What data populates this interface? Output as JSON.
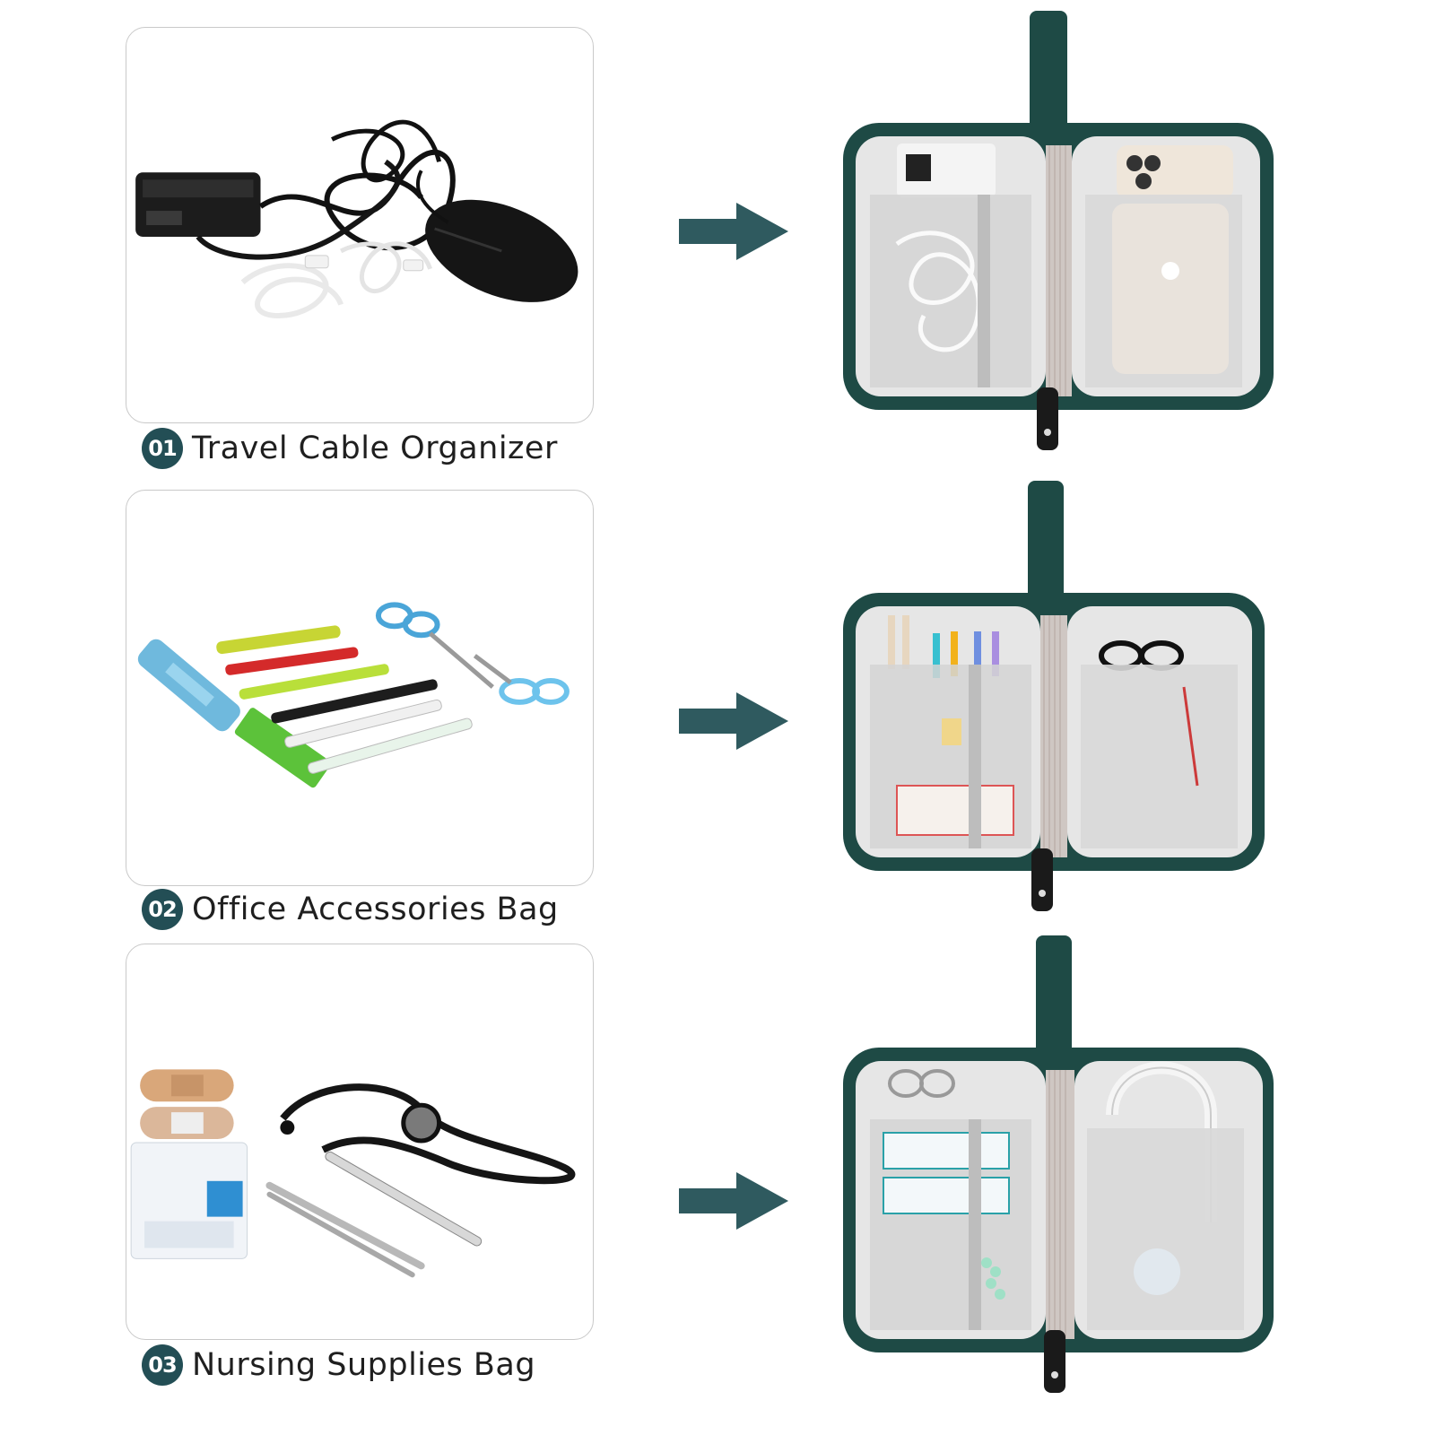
{
  "colors": {
    "teal": "#234e55",
    "bag_green": "#1e4a45",
    "lining_gray": "#e3e3e3"
  },
  "sections": [
    {
      "badge": "01",
      "label": "Travel Cable Organizer",
      "before_icon": "cables-and-mouse-icon",
      "after_icon": "organized-bag-cables-icon"
    },
    {
      "badge": "02",
      "label": "Office Accessories Bag",
      "before_icon": "office-supplies-icon",
      "after_icon": "organized-bag-office-icon"
    },
    {
      "badge": "03",
      "label": "Nursing Supplies Bag",
      "before_icon": "medical-supplies-icon",
      "after_icon": "organized-bag-medical-icon"
    }
  ]
}
